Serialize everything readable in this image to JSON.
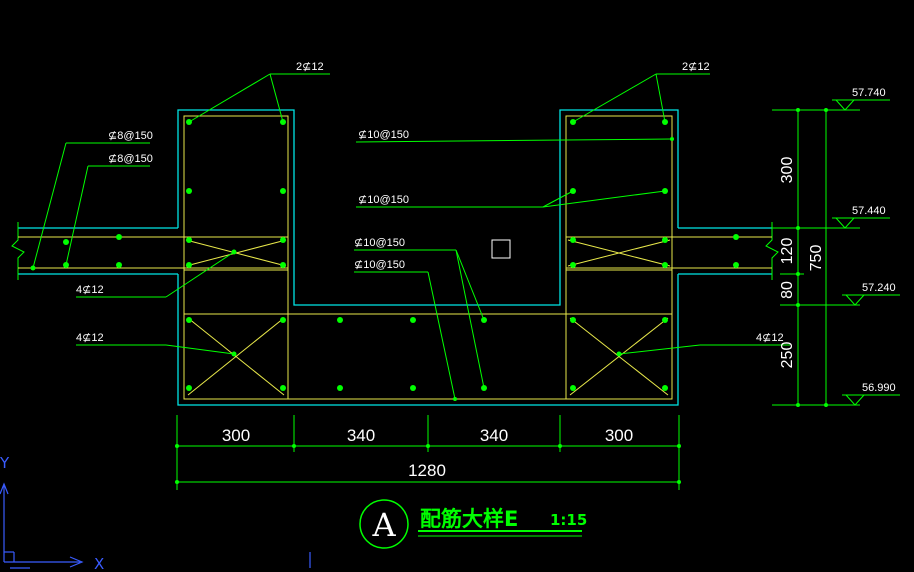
{
  "colors": {
    "background": "#000000",
    "outline": "#00e5e5",
    "rebar": "#e8e84a",
    "leader": "#00ff00",
    "text": "#ffffff",
    "title": "#00ff00",
    "ucs": "#3a5cff"
  },
  "labels": {
    "top_bar_left": "2⊈12",
    "top_bar_right": "2⊈12",
    "slab_bar_a": "⊈8@150",
    "slab_bar_b": "⊈8@150",
    "stirrup_1": "⊈10@150",
    "stirrup_2": "⊈10@150",
    "stirrup_3": "⊈10@150",
    "stirrup_4": "⊈10@150",
    "mid_bar_left": "4⊈12",
    "bottom_bar_left": "4⊈12",
    "bottom_bar_right": "4⊈12"
  },
  "elevations": {
    "e1": "57.740",
    "e2": "57.440",
    "e3": "57.240",
    "e4": "56.990"
  },
  "dims_vertical": {
    "d1": "300",
    "d2": "120",
    "d3": "80",
    "d4": "250",
    "total": "750"
  },
  "dims_horizontal": {
    "d1": "300",
    "d2": "340",
    "d3": "340",
    "d4": "300",
    "total": "1280"
  },
  "title": {
    "circle_letter": "A",
    "text": "配筋大样E",
    "scale": "1:15"
  },
  "ucs": {
    "x_label": "X",
    "y_label": "Y"
  }
}
